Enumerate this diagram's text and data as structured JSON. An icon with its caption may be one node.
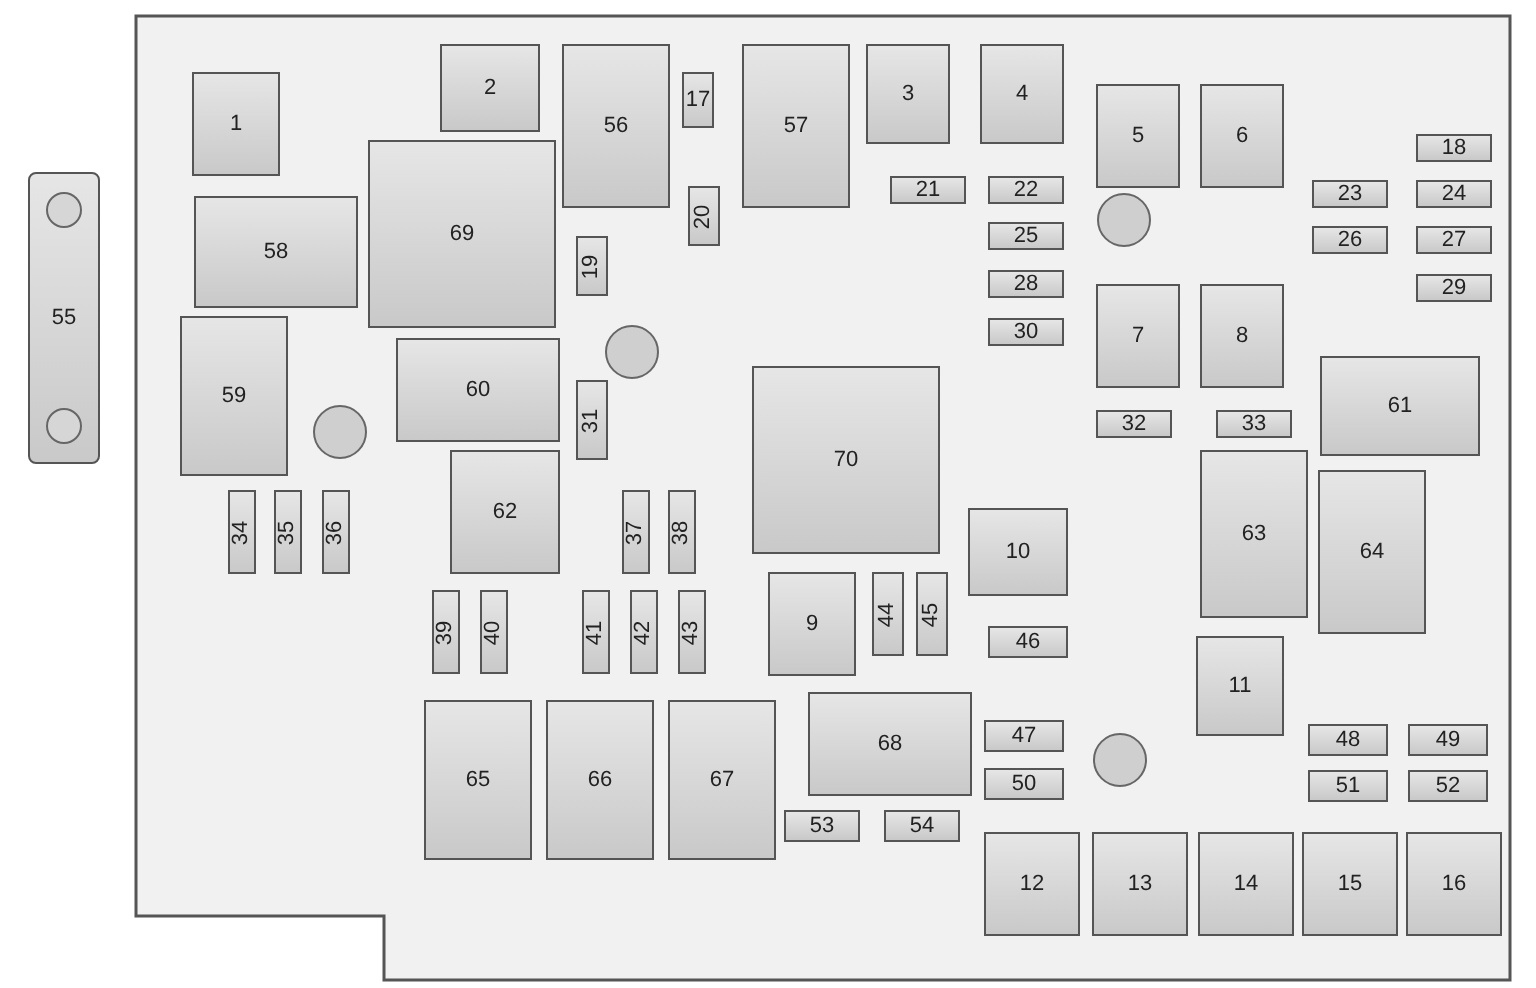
{
  "diagram": {
    "nodes": [
      {
        "text": [
          "55"
        ]
      },
      {
        "text": [
          "1"
        ]
      },
      {
        "text": [
          "2"
        ]
      },
      {
        "text": [
          "56"
        ]
      },
      {
        "text": [
          "17"
        ]
      },
      {
        "text": [
          "57"
        ]
      },
      {
        "text": [
          "3"
        ]
      },
      {
        "text": [
          "4"
        ]
      },
      {
        "text": [
          "5"
        ]
      },
      {
        "text": [
          "6"
        ]
      },
      {
        "text": [
          "18"
        ]
      },
      {
        "text": [
          "23"
        ]
      },
      {
        "text": [
          "24"
        ]
      },
      {
        "text": [
          "26"
        ]
      },
      {
        "text": [
          "27"
        ]
      },
      {
        "text": [
          "29"
        ]
      },
      {
        "text": [
          "21"
        ]
      },
      {
        "text": [
          "22"
        ]
      },
      {
        "text": [
          "25"
        ]
      },
      {
        "text": [
          "28"
        ]
      },
      {
        "text": [
          "30"
        ]
      },
      {
        "text": [
          "58"
        ]
      },
      {
        "text": [
          "69"
        ]
      },
      {
        "text": [
          "20"
        ]
      },
      {
        "text": [
          "19"
        ]
      },
      {
        "text": [
          "7"
        ]
      },
      {
        "text": [
          "8"
        ]
      },
      {
        "text": [
          "59"
        ]
      },
      {
        "text": [
          "60"
        ]
      },
      {
        "text": [
          "31"
        ]
      },
      {
        "text": [
          "70"
        ]
      },
      {
        "text": [
          "61"
        ]
      },
      {
        "text": [
          "32"
        ]
      },
      {
        "text": [
          "33"
        ]
      },
      {
        "text": [
          "62"
        ]
      },
      {
        "text": [
          "63"
        ]
      },
      {
        "text": [
          "64"
        ]
      },
      {
        "text": [
          "34"
        ]
      },
      {
        "text": [
          "35"
        ]
      },
      {
        "text": [
          "36"
        ]
      },
      {
        "text": [
          "37"
        ]
      },
      {
        "text": [
          "38"
        ]
      },
      {
        "text": [
          "10"
        ]
      },
      {
        "text": [
          "9"
        ]
      },
      {
        "text": [
          "44"
        ]
      },
      {
        "text": [
          "45"
        ]
      },
      {
        "text": [
          "39"
        ]
      },
      {
        "text": [
          "40"
        ]
      },
      {
        "text": [
          "41"
        ]
      },
      {
        "text": [
          "42"
        ]
      },
      {
        "text": [
          "43"
        ]
      },
      {
        "text": [
          "46"
        ]
      },
      {
        "text": [
          "11"
        ]
      },
      {
        "text": [
          "65"
        ]
      },
      {
        "text": [
          "66"
        ]
      },
      {
        "text": [
          "67"
        ]
      },
      {
        "text": [
          "68"
        ]
      },
      {
        "text": [
          "47"
        ]
      },
      {
        "text": [
          "48"
        ]
      },
      {
        "text": [
          "49"
        ]
      },
      {
        "text": [
          "50"
        ]
      },
      {
        "text": [
          "51"
        ]
      },
      {
        "text": [
          "52"
        ]
      },
      {
        "text": [
          "53"
        ]
      },
      {
        "text": [
          "54"
        ]
      },
      {
        "text": [
          "12"
        ]
      },
      {
        "text": [
          "13"
        ]
      },
      {
        "text": [
          "14"
        ]
      },
      {
        "text": [
          "15"
        ]
      },
      {
        "text": [
          "16"
        ]
      }
    ]
  }
}
